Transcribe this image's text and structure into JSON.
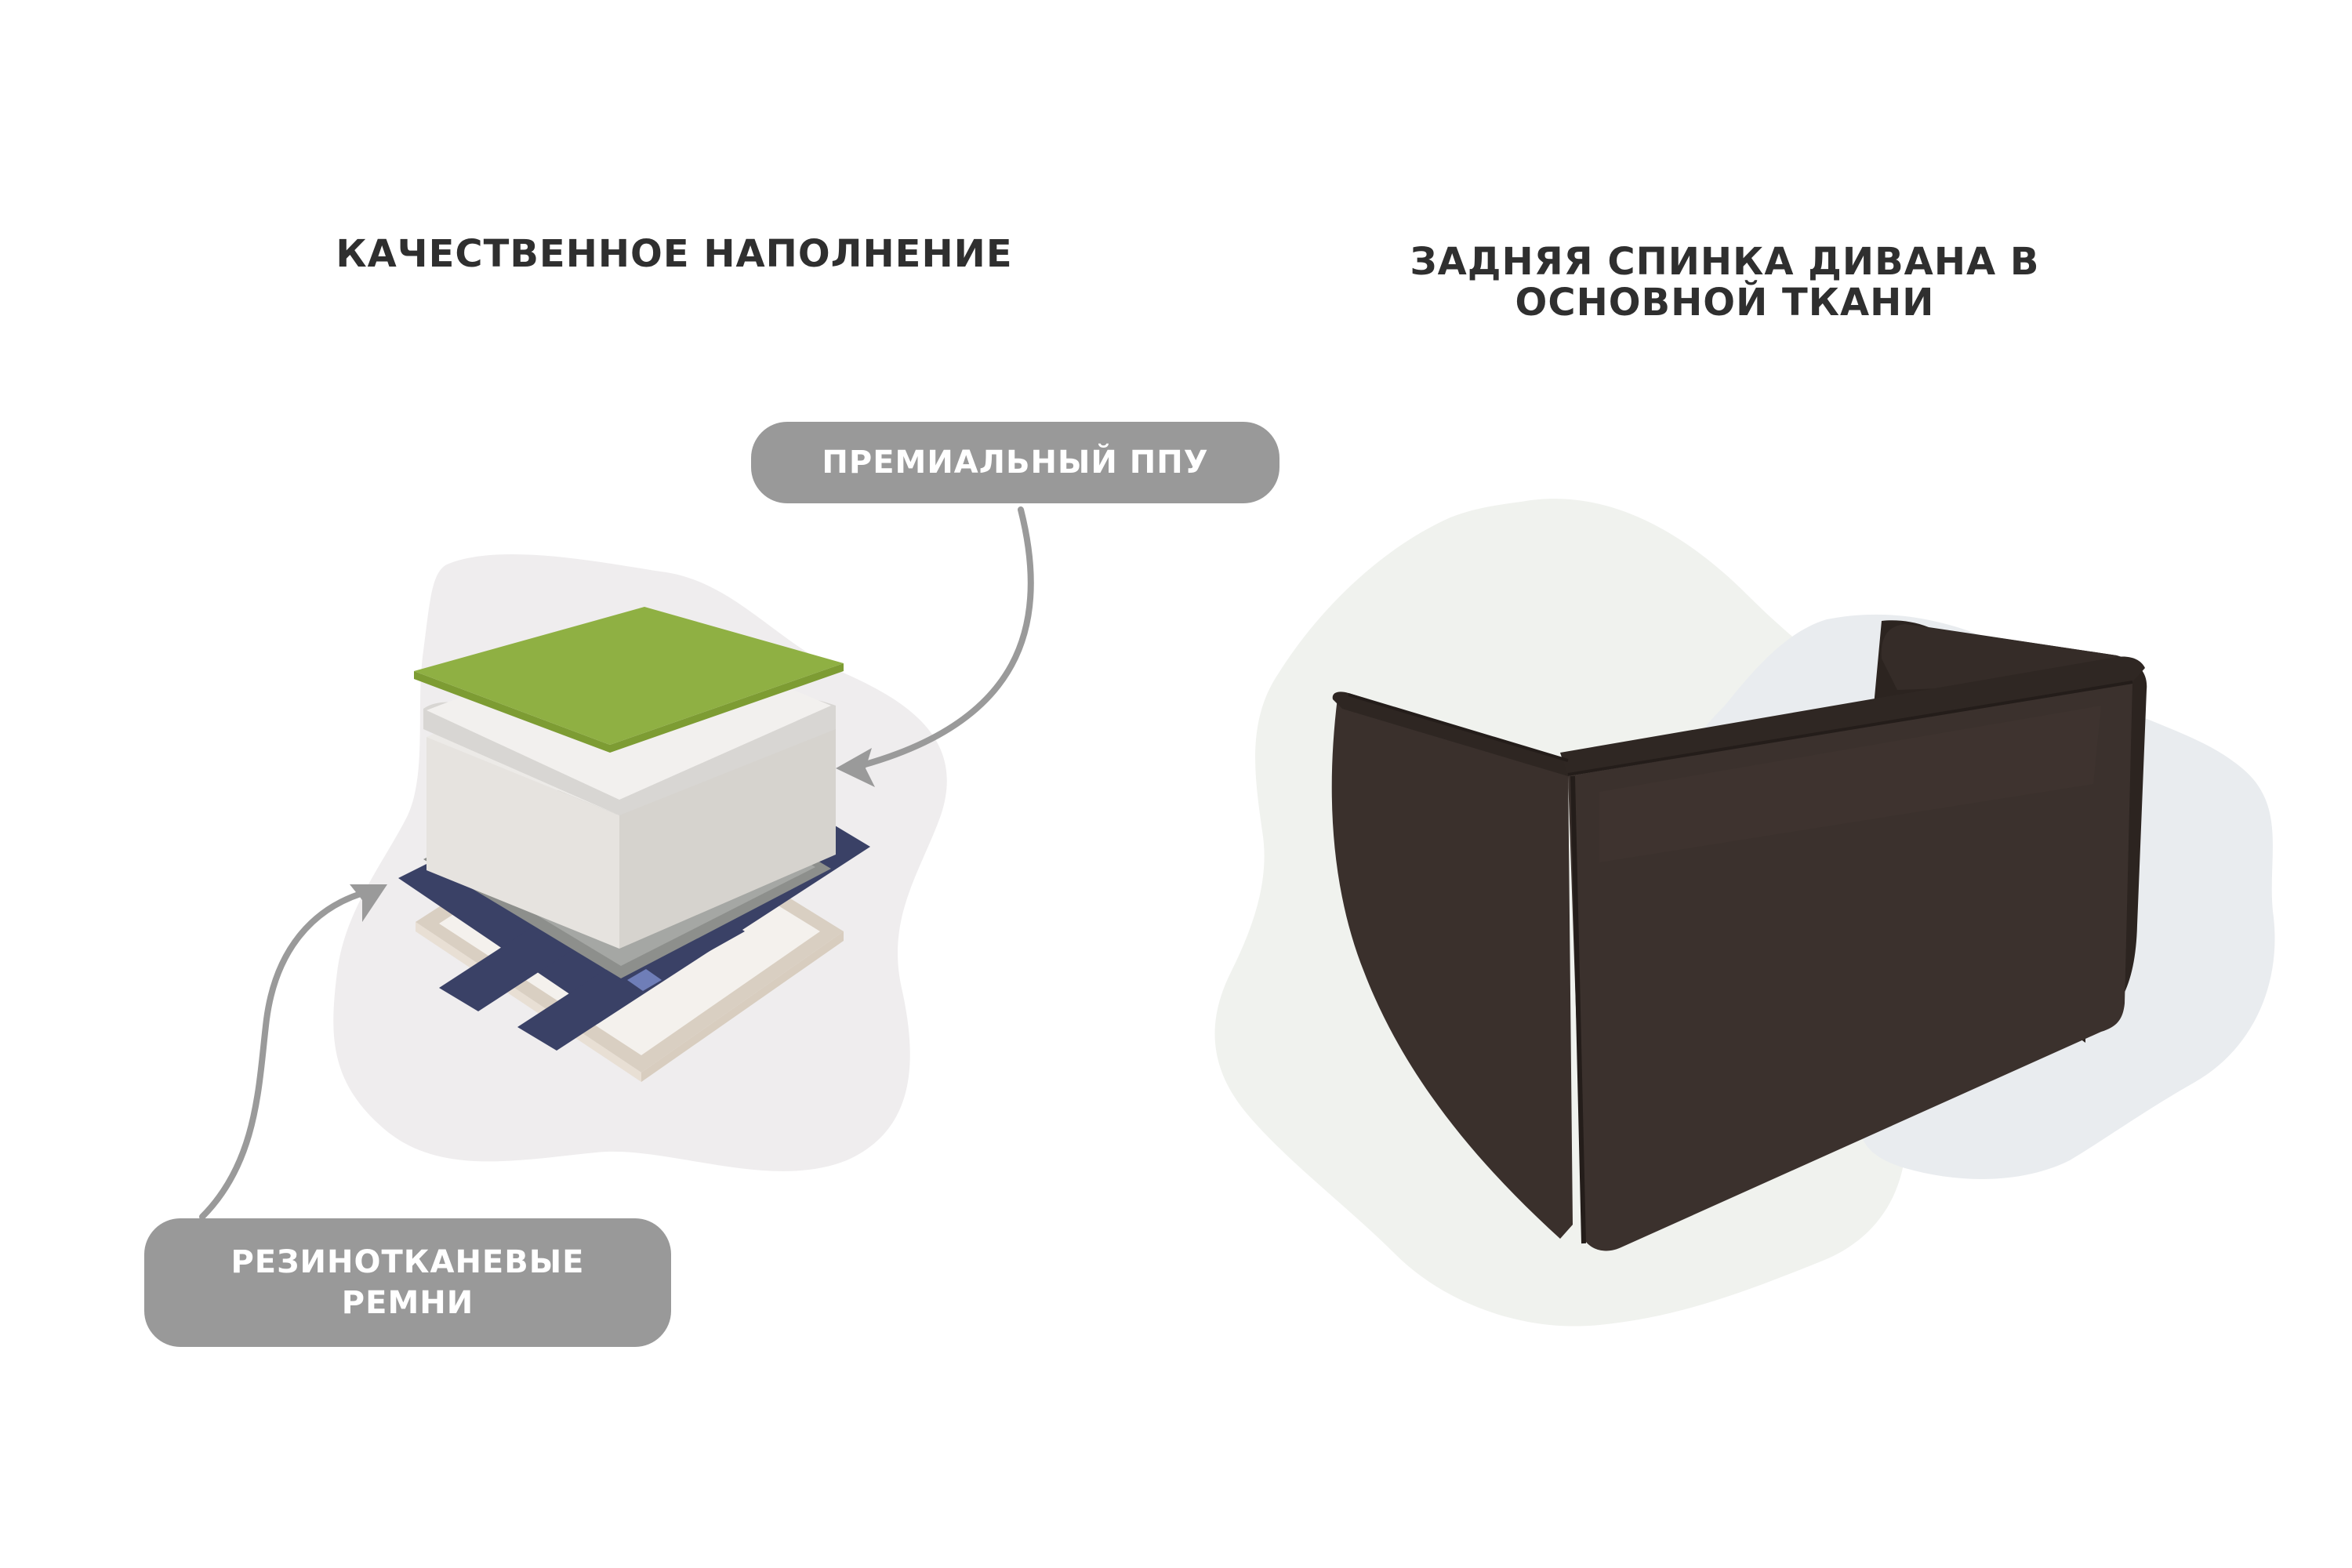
{
  "left_panel": {
    "title": "КАЧЕСТВЕННОЕ НАПОЛНЕНИЕ",
    "labels": {
      "premium_foam": "ПРЕМИАЛЬНЫЙ ППУ",
      "straps_line1": "РЕЗИНОТКАНЕВЫЕ",
      "straps_line2": "РЕМНИ"
    }
  },
  "right_panel": {
    "title_line1": "ЗАДНЯЯ СПИНКА ДИВАНА В",
    "title_line2": "ОСНОВНОЙ  ТКАНИ"
  },
  "colors": {
    "text": "#2f2f2f",
    "label_bg": "#999999",
    "arrow": "#9a9a9a",
    "blob_left": "#efedee",
    "blob_right_green": "#f0f2ee",
    "blob_right_blue": "#e9ecef",
    "foam_top": "#8fb043",
    "sofa_fabric": "#3a302c"
  }
}
